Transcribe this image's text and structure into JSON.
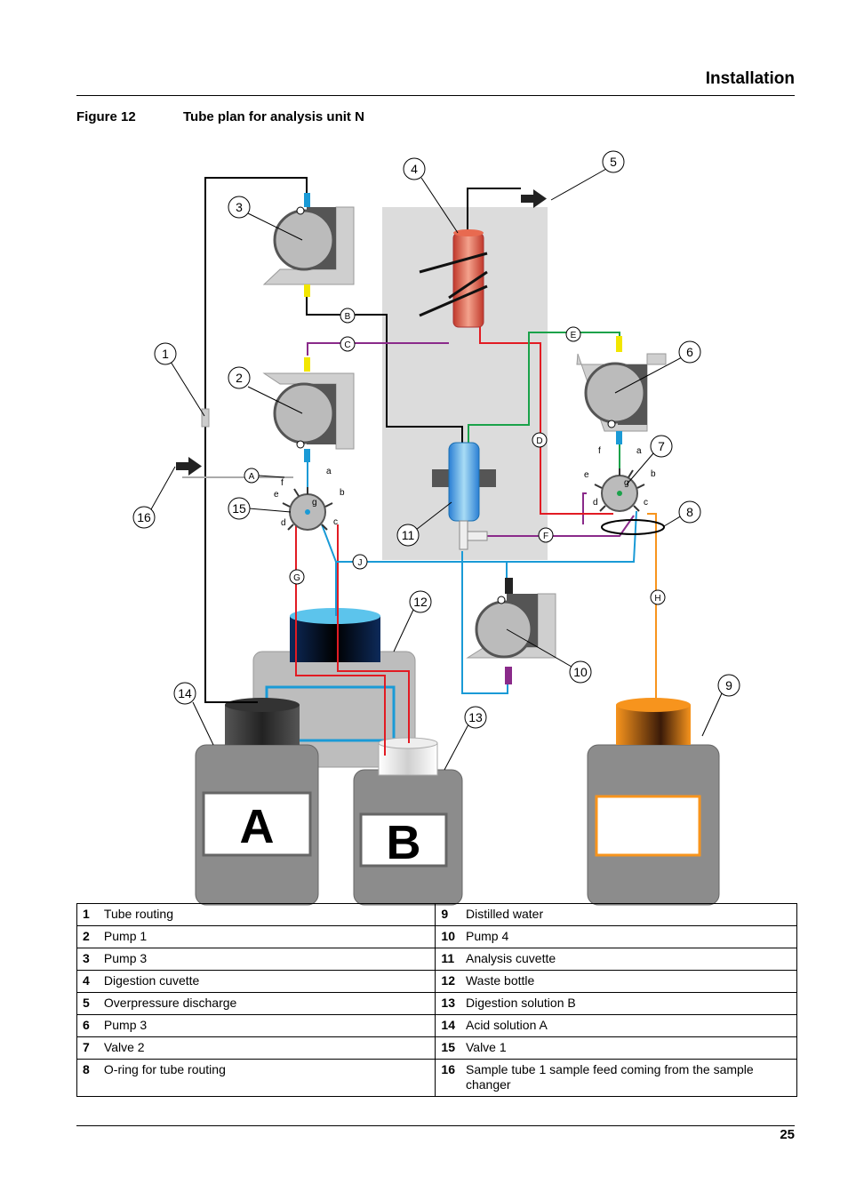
{
  "header": {
    "section_title": "Installation"
  },
  "figure": {
    "label": "Figure 12",
    "title": "Tube plan for analysis unit N"
  },
  "diagram": {
    "callouts": [
      "1",
      "2",
      "3",
      "4",
      "5",
      "6",
      "7",
      "8",
      "9",
      "10",
      "11",
      "12",
      "13",
      "14",
      "15",
      "16"
    ],
    "tube_labels": [
      "A",
      "B",
      "C",
      "D",
      "E",
      "F",
      "G",
      "H",
      "J"
    ],
    "valve_ports": [
      "a",
      "b",
      "c",
      "d",
      "e",
      "f",
      "g"
    ],
    "bottle_labels": {
      "acid": "A",
      "digestion": "B",
      "water": ""
    },
    "colors": {
      "blue": "#1a9ad6",
      "red": "#e21b23",
      "purple": "#8a2a8a",
      "green": "#1aa24a",
      "orange": "#f7941d",
      "yellow": "#f2e600",
      "panel": "#dcdcdc",
      "bottle": "#8c8c8c"
    }
  },
  "legend": {
    "rows": [
      {
        "left_num": "1",
        "left_text": "Tube routing",
        "right_num": "9",
        "right_text": "Distilled water"
      },
      {
        "left_num": "2",
        "left_text": "Pump 1",
        "right_num": "10",
        "right_text": "Pump 4"
      },
      {
        "left_num": "3",
        "left_text": "Pump 3",
        "right_num": "11",
        "right_text": "Analysis cuvette"
      },
      {
        "left_num": "4",
        "left_text": "Digestion cuvette",
        "right_num": "12",
        "right_text": "Waste bottle"
      },
      {
        "left_num": "5",
        "left_text": "Overpressure discharge",
        "right_num": "13",
        "right_text": "Digestion solution B"
      },
      {
        "left_num": "6",
        "left_text": "Pump 3",
        "right_num": "14",
        "right_text": "Acid solution A"
      },
      {
        "left_num": "7",
        "left_text": "Valve 2",
        "right_num": "15",
        "right_text": "Valve 1"
      },
      {
        "left_num": "8",
        "left_text": "O-ring for tube routing",
        "right_num": "16",
        "right_text": "Sample tube 1 sample feed coming from the sample changer"
      }
    ]
  },
  "footer": {
    "page_number": "25"
  }
}
